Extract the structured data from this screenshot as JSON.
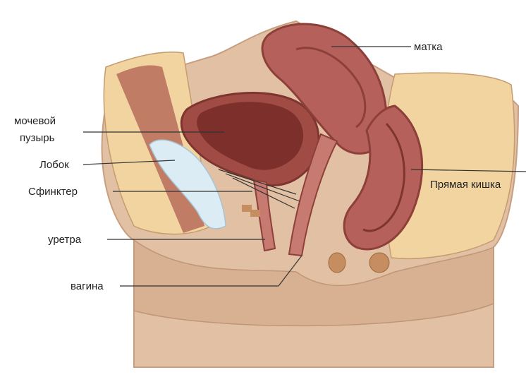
{
  "labels": {
    "uterus": "матка",
    "bladder_line1": "мочевой",
    "bladder_line2": "пузырь",
    "pubis": "Лобок",
    "sphincter": "Сфинктер",
    "rectum": "Прямая кишка",
    "urethra": "уретра",
    "vagina": "вагина"
  },
  "colors": {
    "skin": "#e5c3a6",
    "fat": "#f3d7a4",
    "muscle": "#b45c52",
    "organ_dark": "#9b4a44",
    "organ_light": "#c98178",
    "bone": "#dfeef6",
    "leader": "#333333"
  }
}
